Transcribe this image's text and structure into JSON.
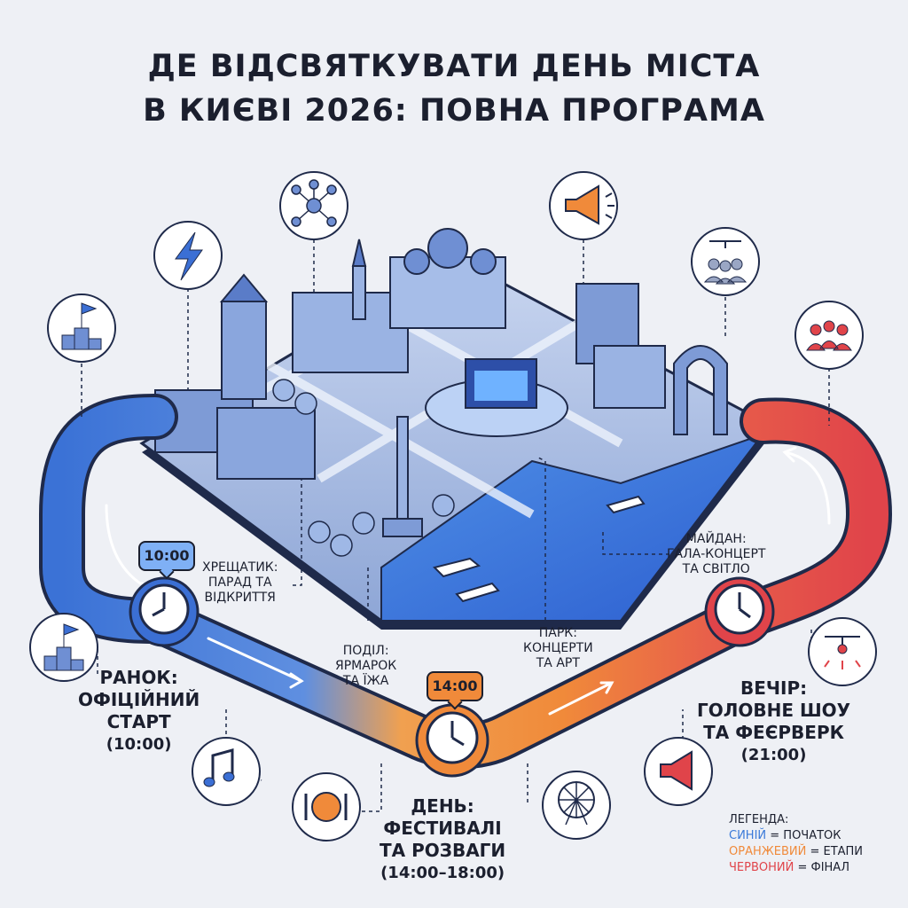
{
  "title": {
    "line1": "ДЕ ВІДСВЯТКУВАТИ ДЕНЬ МІСТА",
    "line2": "В КИЄВІ 2026: ПОВНА ПРОГРАМА"
  },
  "locations": {
    "khreshchatyk": {
      "name": "ХРЕЩАТИК:",
      "line2": "ПАРАД ТА",
      "line3": "ВІДКРИТТЯ"
    },
    "podil": {
      "name": "ПОДІЛ:",
      "line2": "ЯРМАРОК",
      "line3": "ТА ЇЖА"
    },
    "park": {
      "name": "ПАРК:",
      "line2": "КОНЦЕРТИ",
      "line3": "ТА АРТ"
    },
    "maidan": {
      "name": "МАЙДАН:",
      "line2": "ГАЛА-КОНЦЕРТ",
      "line3": "ТА СВІТЛО"
    }
  },
  "stages": {
    "morning": {
      "line1": "РАНОК:",
      "line2": "ОФІЦІЙНИЙ",
      "line3": "СТАРТ",
      "time": "(10:00)",
      "badge": "10:00",
      "color": "#3b6fd4"
    },
    "day": {
      "line1": "ДЕНЬ:",
      "line2": "ФЕСТИВАЛІ",
      "line3": "ТА РОЗВАГИ",
      "time": "(14:00–18:00)",
      "badge": "14:00",
      "color": "#f08a3a"
    },
    "evening": {
      "line1": "ВЕЧІР:",
      "line2": "ГОЛОВНЕ ШОУ",
      "line3": "ТА ФЕЄРВЕРК",
      "time": "(21:00)",
      "color": "#e0444a"
    }
  },
  "legend": {
    "title": "ЛЕГЕНДА:",
    "blue_word": "СИНІЙ",
    "blue_meaning": " = ПОЧАТОК",
    "orange_word": "ОРАНЖЕВИЙ",
    "orange_meaning": " = ЕТАПИ",
    "red_word": "ЧЕРВОНИЙ",
    "red_meaning": " = ФІНАЛ",
    "blue_color": "#3b7ad9",
    "orange_color": "#f08a3a",
    "red_color": "#e0444a"
  },
  "icons": [
    "flag-podium-icon",
    "lightning-icon",
    "network-icon",
    "megaphone-icon",
    "drone-crowd-icon",
    "crowd-icon",
    "music-notes-icon",
    "plate-cutlery-icon",
    "ferris-wheel-icon",
    "fireworks-drone-icon"
  ]
}
